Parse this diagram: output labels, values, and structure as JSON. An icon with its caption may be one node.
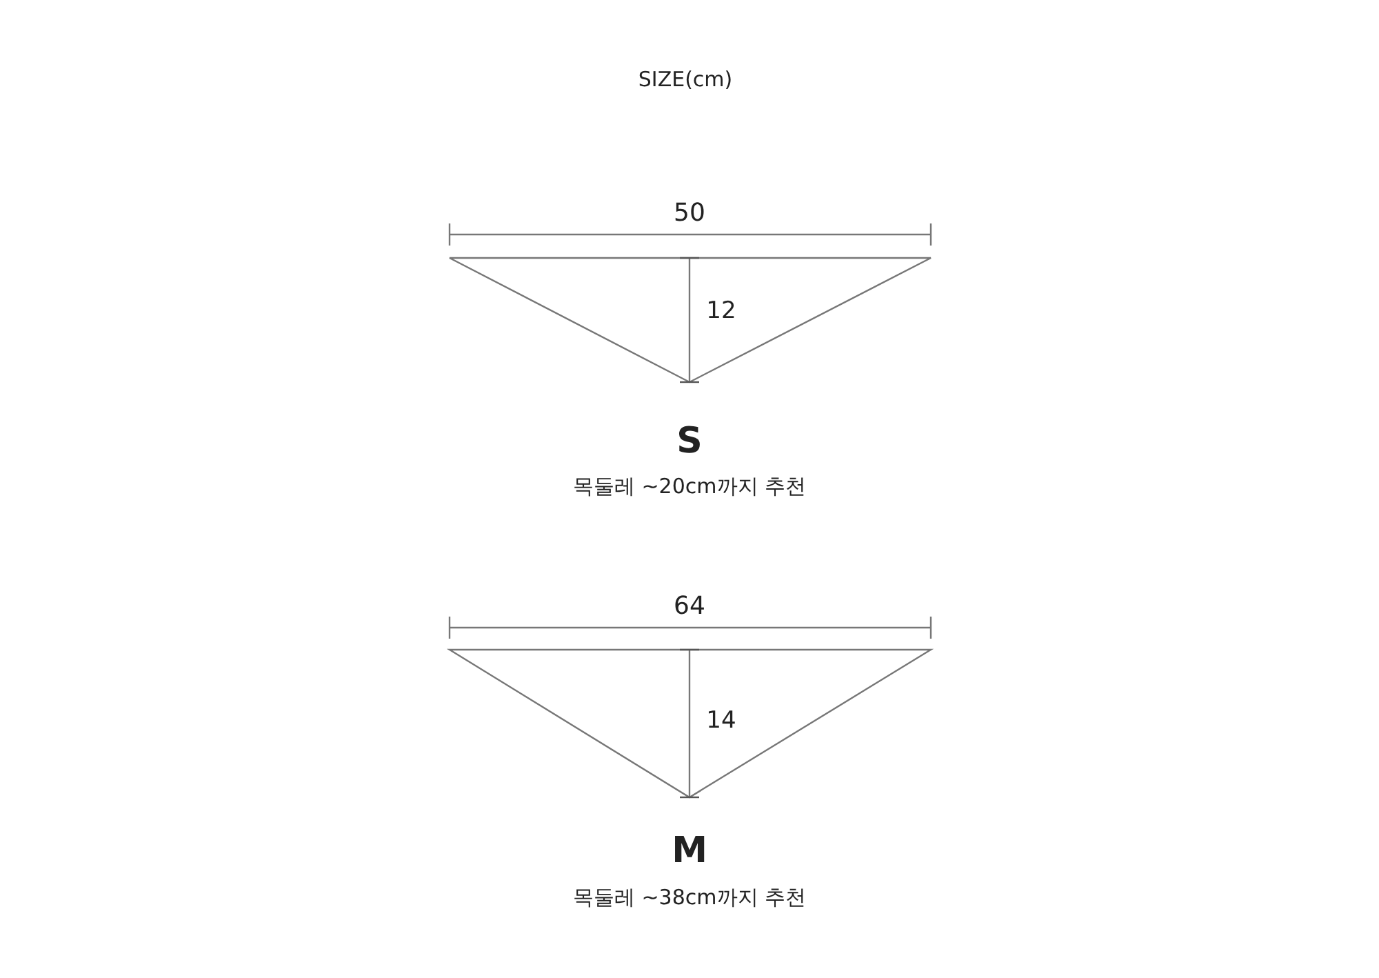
{
  "diagram": {
    "title": "SIZE(cm)",
    "labels": [
      "50",
      "12",
      "S",
      "목둘레 ~20cm까지 추천",
      "64",
      "14",
      "M",
      "목둘레 ~38cm까지 추천"
    ]
  }
}
